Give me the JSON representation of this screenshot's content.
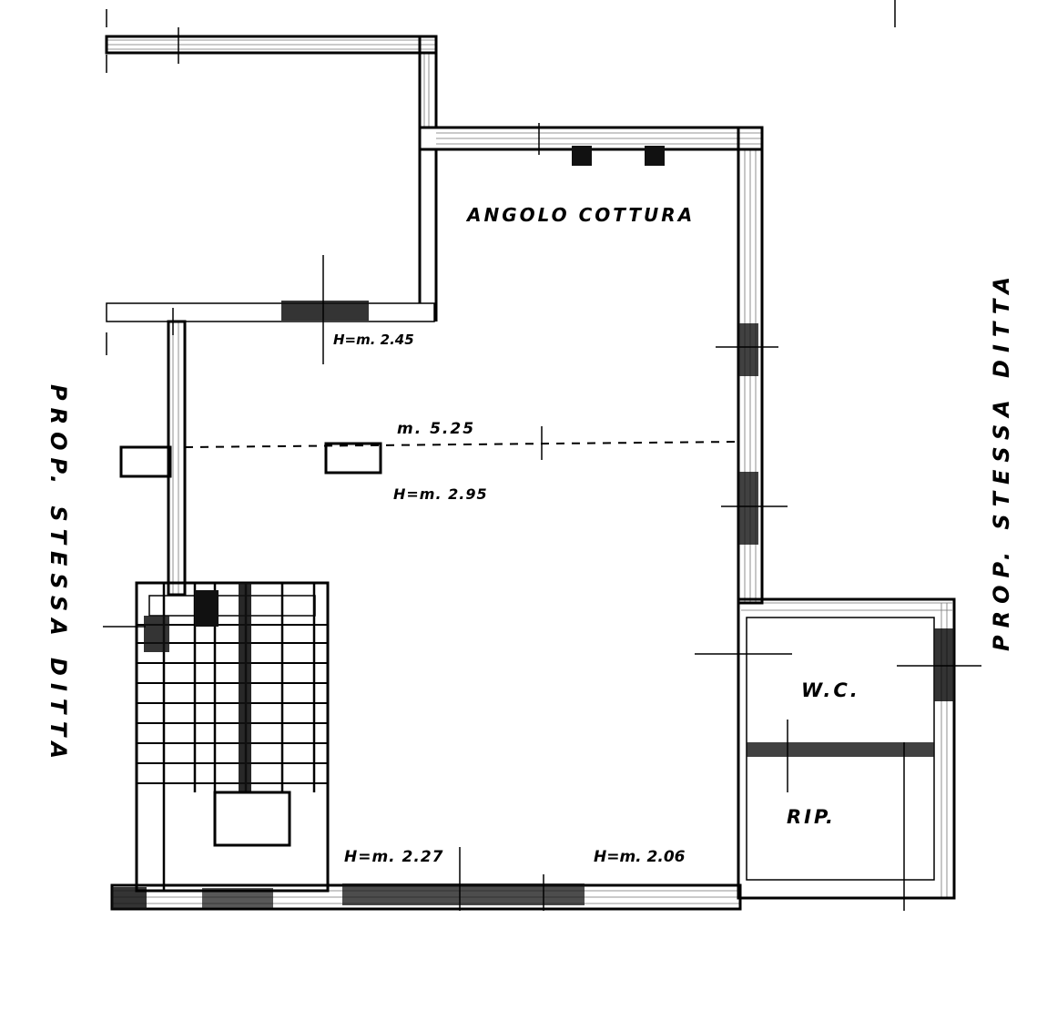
{
  "labels": {
    "kitchen": "ANGOLO COTTURA",
    "wc": "W.C.",
    "storage": "RIP.",
    "height_top": "H=m. 2.45",
    "span_middle": "m. 5.25",
    "height_middle": "H=m. 2.95",
    "height_bottom_left": "H=m. 2.27",
    "height_bottom_right": "H=m. 2.06",
    "property_left": "PROP. STESSA DITTA",
    "property_right": "PROP. STESSA DITTA"
  },
  "colors": {
    "ink": "#000000",
    "paper": "#ffffff"
  }
}
